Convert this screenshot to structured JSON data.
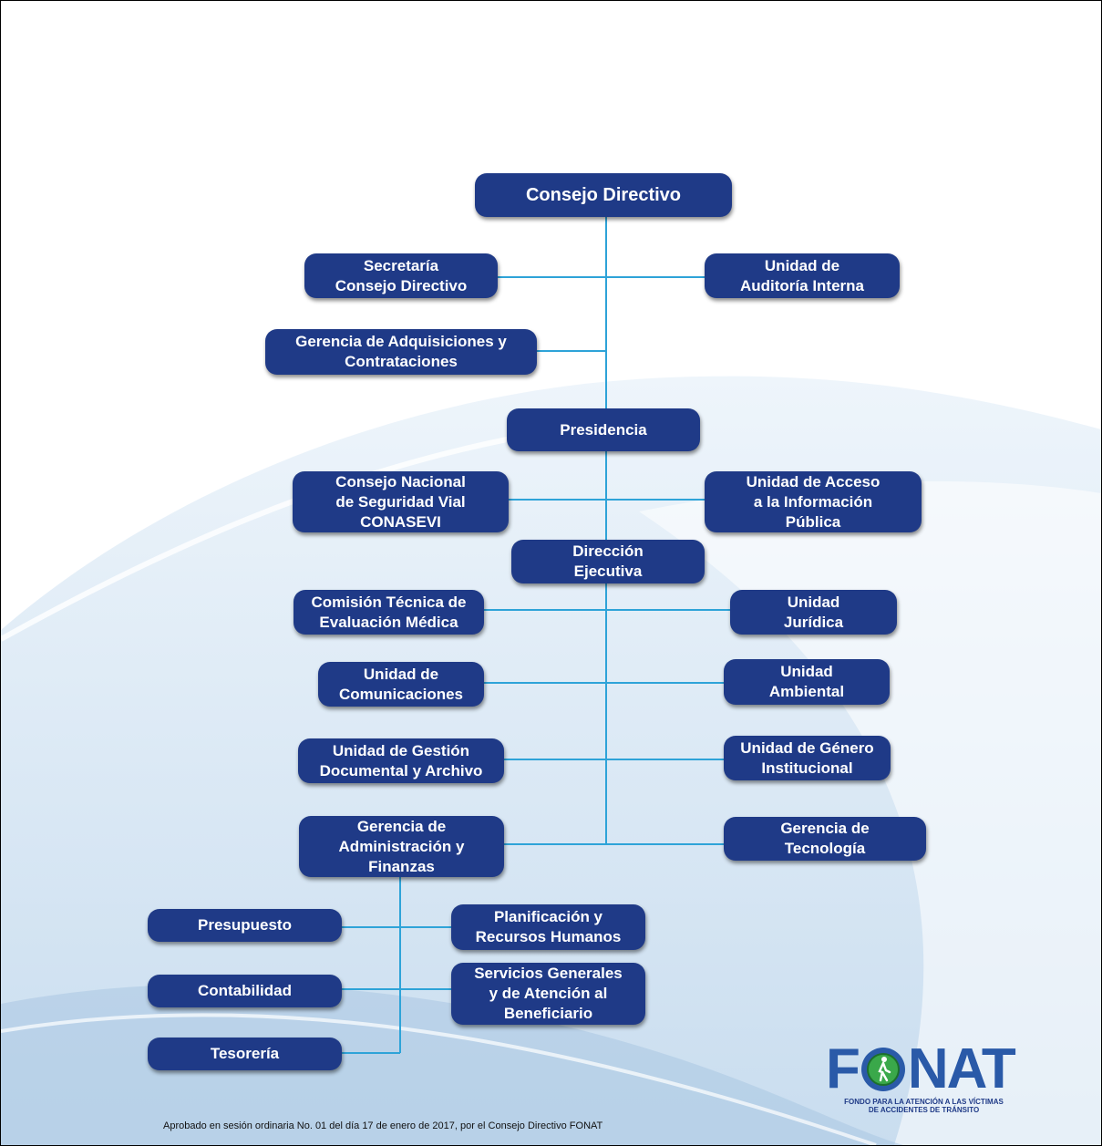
{
  "org_chart": {
    "nodes": {
      "consejo": "Consejo Directivo",
      "secretaria": "Secretaría\nConsejo Directivo",
      "auditoria": "Unidad de\nAuditoría Interna",
      "adquisiciones": "Gerencia de Adquisiciones y\nContrataciones",
      "presidencia": "Presidencia",
      "conasevi": "Consejo Nacional\nde Seguridad Vial\nCONASEVI",
      "acceso": "Unidad de Acceso\na la Información\nPública",
      "direccion": "Dirección\nEjecutiva",
      "comision": "Comisión Técnica de\nEvaluación Médica",
      "juridica": "Unidad\nJurídica",
      "comunicaciones": "Unidad de\nComunicaciones",
      "ambiental": "Unidad\nAmbiental",
      "gestion": "Unidad de Gestión\nDocumental y Archivo",
      "genero": "Unidad de Género\nInstitucional",
      "administracion": "Gerencia de\nAdministración y\nFinanzas",
      "tecnologia": "Gerencia de\nTecnología",
      "presupuesto": "Presupuesto",
      "planificacion": "Planificación y\nRecursos Humanos",
      "contabilidad": "Contabilidad",
      "servicios": "Servicios Generales\ny de Atención al\nBeneficiario",
      "tesoreria": "Tesorería"
    }
  },
  "footer_note": "Aprobado en sesión ordinaria No. 01 del día 17 de enero de 2017, por el Consejo Directivo FONAT",
  "logo": {
    "letter_f": "F",
    "letters_nat": "NAT",
    "tagline": "FONDO PARA LA ATENCIÓN A LAS VÍCTIMAS\nDE ACCIDENTES DE TRÁNSITO"
  },
  "colors": {
    "node_fill": "#1f3a87",
    "connector": "#2ea3d8",
    "logo_blue": "#2a5aa8",
    "logo_green": "#3aa84a"
  }
}
